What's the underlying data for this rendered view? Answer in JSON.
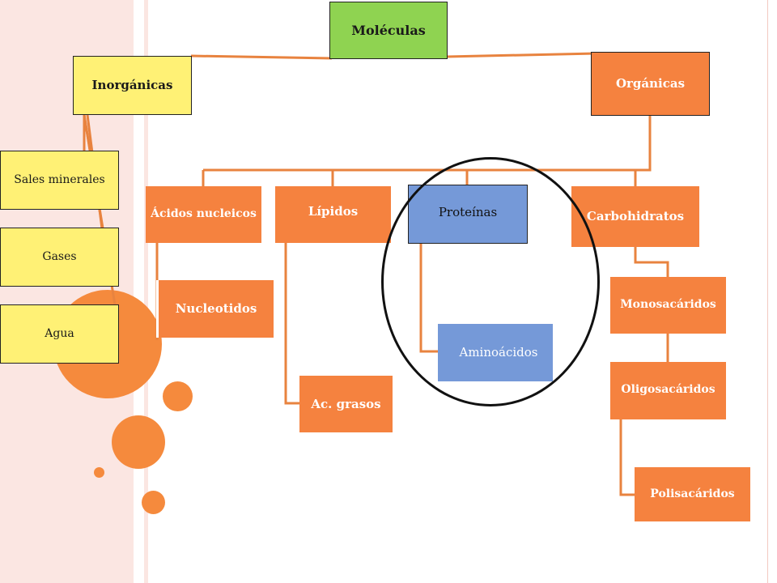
{
  "root": {
    "label": "Moléculas"
  },
  "inorganic": {
    "label": "Inorgánicas",
    "children": [
      "Sales minerales",
      "Gases",
      "Agua"
    ]
  },
  "organic": {
    "label": "Orgánicas",
    "groups": {
      "nucleic": {
        "label": "Ácidos nucleicos",
        "child": "Nucleotidos"
      },
      "lipids": {
        "label": "Lípidos",
        "child": "Ac. grasos"
      },
      "proteins": {
        "label": "Proteínas",
        "child": "Aminoácidos"
      },
      "carbs": {
        "label": "Carbohidratos",
        "children": [
          "Monosacáridos",
          "Oligosacáridos",
          "Polisacáridos"
        ]
      }
    }
  },
  "colors": {
    "orange": "#f5823f",
    "yellow": "#fff175",
    "green": "#8fd351",
    "blue": "#7599d8",
    "connector": "#e8833f",
    "background_stripe": "#fbe6e2"
  }
}
